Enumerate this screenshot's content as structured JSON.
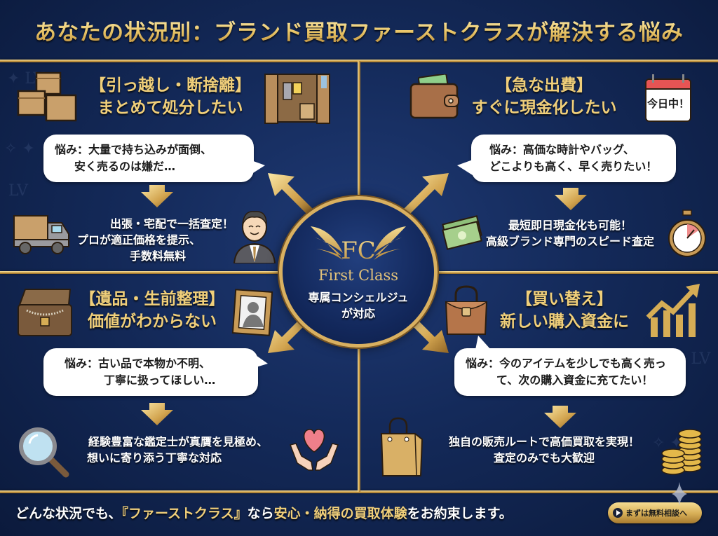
{
  "header": {
    "title": "あなたの状況別：ブランド買取ファーストクラスが解決する悩み"
  },
  "colors": {
    "background": "#142a5a",
    "gold": "#d9b060",
    "title_gold": "#f0cf7a",
    "bubble_bg": "#ffffff",
    "text_white": "#ffffff"
  },
  "center": {
    "monogram": "FC",
    "brand": "First Class",
    "subtitle_line1": "専属コンシェルジュ",
    "subtitle_line2": "が対応"
  },
  "quadrants": [
    {
      "id": "moving",
      "title_line1": "【引っ越し・断捨離】",
      "title_line2": "まとめて処分したい",
      "worry_line1": "悩み：大量で持ち込みが面倒、",
      "worry_line2": "安く売るのは嫌だ…",
      "solution_line1": "出張・宅配で一括査定！",
      "solution_line2": "プロが適正価格を提示、",
      "solution_line3": "手数料無料",
      "icons": [
        "cardboard-boxes-icon",
        "wardrobe-icon",
        "delivery-truck-icon",
        "businessman-icon"
      ]
    },
    {
      "id": "urgent",
      "title_line1": "【急な出費】",
      "title_line2": "すぐに現金化したい",
      "calendar_label": "今日中！",
      "worry_line1": "悩み：高価な時計やバッグ、",
      "worry_line2": "どこよりも高く、早く売りたい！",
      "solution_line1": "最短即日現金化も可能！",
      "solution_line2": "高級ブランド専門のスピード査定",
      "icons": [
        "wallet-icon",
        "calendar-icon",
        "cash-bills-icon",
        "stopwatch-icon"
      ]
    },
    {
      "id": "estate",
      "title_line1": "【遺品・生前整理】",
      "title_line2": "価値がわからない",
      "worry_line1": "悩み：古い品で本物か不明、",
      "worry_line2": "丁寧に扱ってほしい…",
      "solution_line1": "経験豊富な鑑定士が真贋を見極め、",
      "solution_line2": "想いに寄り添う丁寧な対応",
      "icons": [
        "treasure-chest-icon",
        "photo-frame-icon",
        "magnifying-glass-icon",
        "heart-hands-icon"
      ]
    },
    {
      "id": "replace",
      "title_line1": "【買い替え】",
      "title_line2": "新しい購入資金に",
      "worry_line1": "悩み：今のアイテムを少しでも高く売っ",
      "worry_line2": "て、次の購入資金に充てたい！",
      "solution_line1": "独自の販売ルートで高価買取を実現！",
      "solution_line2": "査定のみでも大歓迎",
      "icons": [
        "handbag-icon",
        "growth-chart-icon",
        "shopping-bag-icon",
        "coin-stack-icon"
      ]
    }
  ],
  "footer": {
    "text_pre": "どんな状況でも、",
    "text_brand": "『ファーストクラス』",
    "text_mid": "なら",
    "text_highlight": "安心・納得の買取体験",
    "text_post": "をお約束します。",
    "cta_label": "まずは無料相談へ"
  }
}
